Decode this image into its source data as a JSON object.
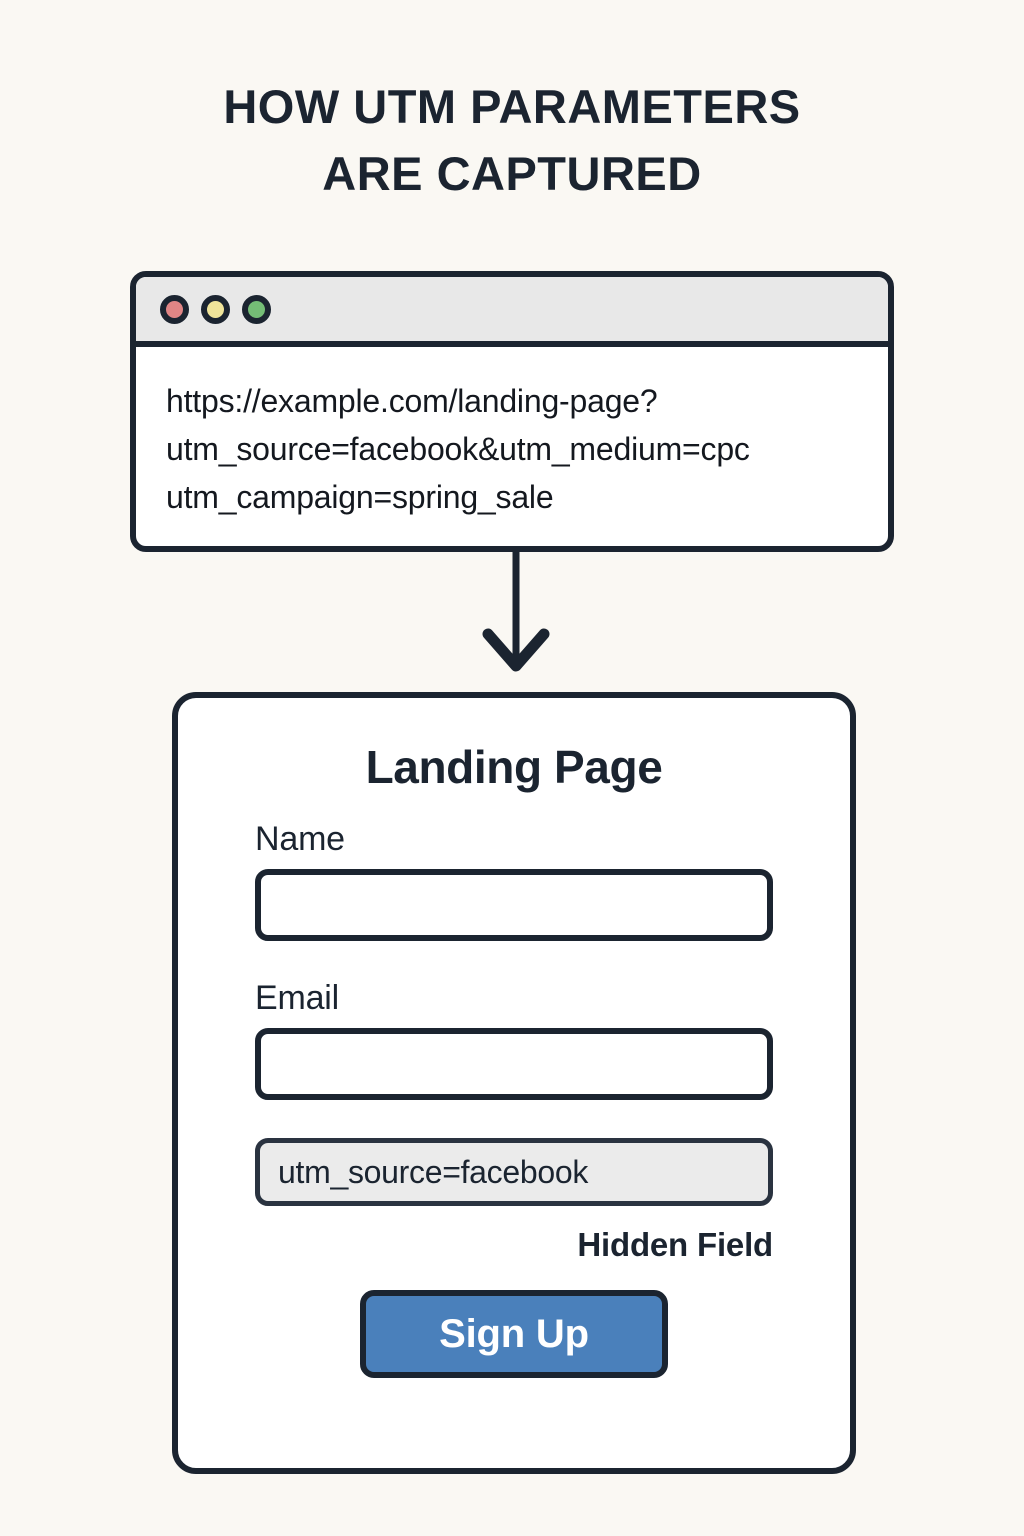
{
  "title": "HOW UTM PARAMETERS\nARE CAPTURED",
  "colors": {
    "background": "#faf8f3",
    "ink": "#1b2430",
    "card_fill": "#ffffff",
    "titlebar_fill": "#e8e8e8",
    "hidden_field_fill": "#ebebeb",
    "button_blue": "#4a80bb",
    "dot_red": "#e08585",
    "dot_yellow": "#efe49a",
    "dot_green": "#74bd76"
  },
  "browser": {
    "dots": [
      {
        "name": "close-dot",
        "color": "#e08585"
      },
      {
        "name": "minimize-dot",
        "color": "#efe49a"
      },
      {
        "name": "maximize-dot",
        "color": "#74bd76"
      }
    ],
    "url": "https://example.com/landing-page?\nutm_source=facebook&utm_medium=cpc\nutm_campaign=spring_sale"
  },
  "arrow": {
    "direction": "down",
    "label": "flow-arrow-browser-to-landing-page"
  },
  "landing_page": {
    "heading": "Landing Page",
    "fields": [
      {
        "label": "Name",
        "value": "",
        "placeholder": ""
      },
      {
        "label": "Email",
        "value": "",
        "placeholder": ""
      }
    ],
    "hidden_field": {
      "value": "utm_source=facebook",
      "caption": "Hidden Field"
    },
    "submit_label": "Sign Up"
  }
}
